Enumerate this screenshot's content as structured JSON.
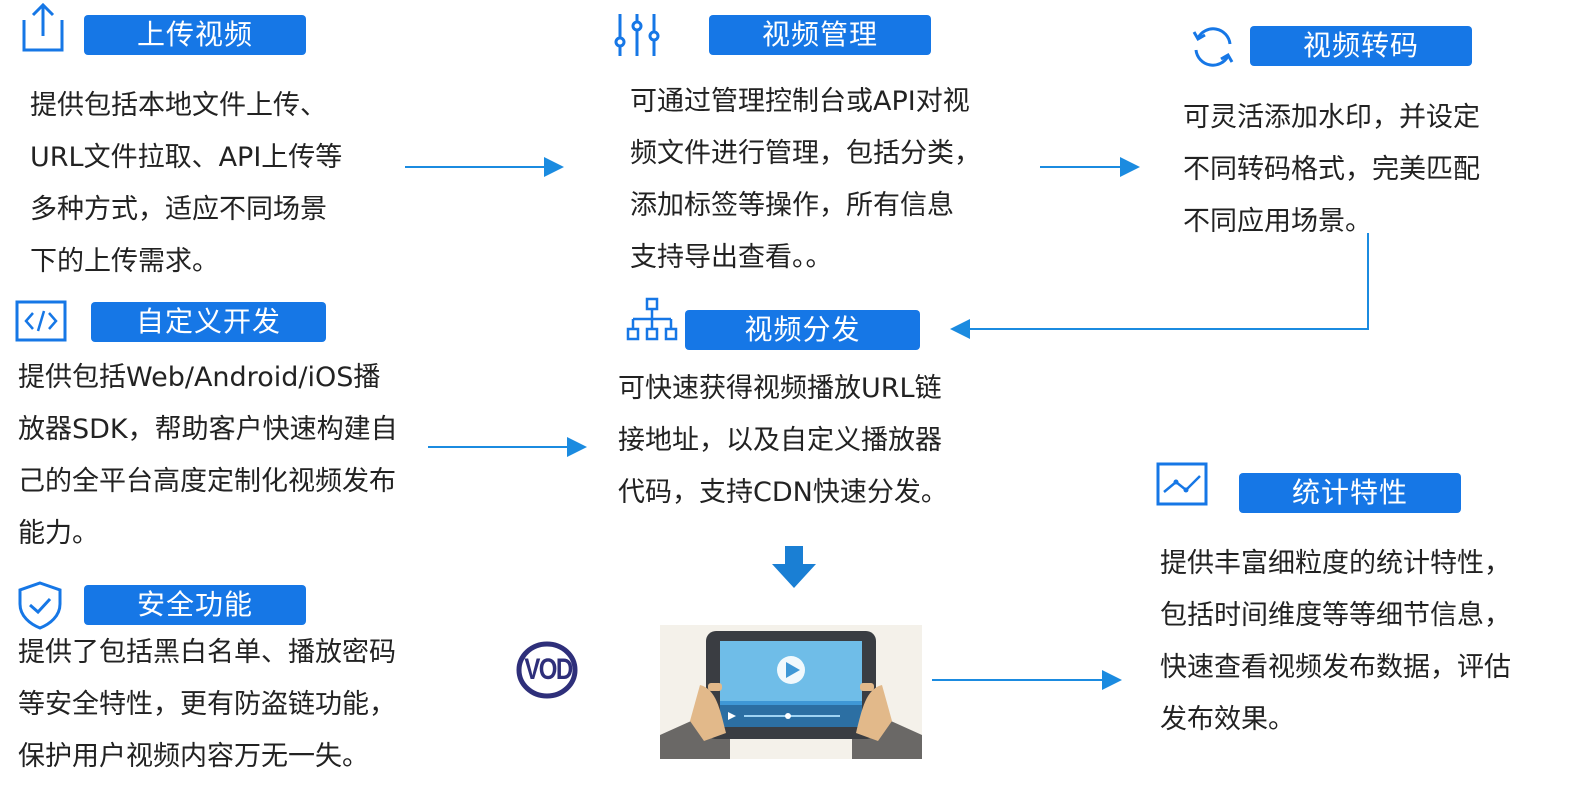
{
  "colors": {
    "accent": "#1677e6",
    "arrow": "#1b8be0",
    "text": "#222222"
  },
  "blocks": {
    "upload": {
      "title": "上传视频",
      "icon": "upload-icon",
      "lines": [
        "提供包括本地文件上传、",
        "URL文件拉取、API上传等",
        "多种方式，适应不同场景",
        "下的上传需求。"
      ]
    },
    "manage": {
      "title": "视频管理",
      "icon": "sliders-icon",
      "lines": [
        "可通过管理控制台或API对视",
        "频文件进行管理，包括分类，",
        "添加标签等操作，所有信息",
        "支持导出查看。。"
      ]
    },
    "transcode": {
      "title": "视频转码",
      "icon": "refresh-icon",
      "lines": [
        "可灵活添加水印，并设定",
        "不同转码格式，完美匹配",
        "不同应用场景。"
      ]
    },
    "custom_dev": {
      "title": "自定义开发",
      "icon": "code-icon",
      "lines": [
        "提供包括Web/Android/iOS播",
        "放器SDK，帮助客户快速构建自",
        "己的全平台高度定制化视频发布",
        "能力。"
      ]
    },
    "distribute": {
      "title": "视频分发",
      "icon": "sitemap-icon",
      "lines": [
        "可快速获得视频播放URL链",
        "接地址，以及自定义播放器",
        "代码，支持CDN快速分发。"
      ]
    },
    "stats": {
      "title": "统计特性",
      "icon": "line-chart-icon",
      "lines": [
        "提供丰富细粒度的统计特性，",
        "包括时间维度等等细节信息，",
        "快速查看视频发布数据，评估",
        "发布效果。"
      ]
    },
    "security": {
      "title": "安全功能",
      "icon": "shield-check-icon",
      "lines": [
        "提供了包括黑白名单、播放密码",
        "等安全特性，更有防盗链功能，",
        "保护用户视频内容万无一失。"
      ]
    }
  },
  "logo": {
    "text": "VOD"
  },
  "illustration": {
    "icon": "tablet-video-player-icon"
  }
}
